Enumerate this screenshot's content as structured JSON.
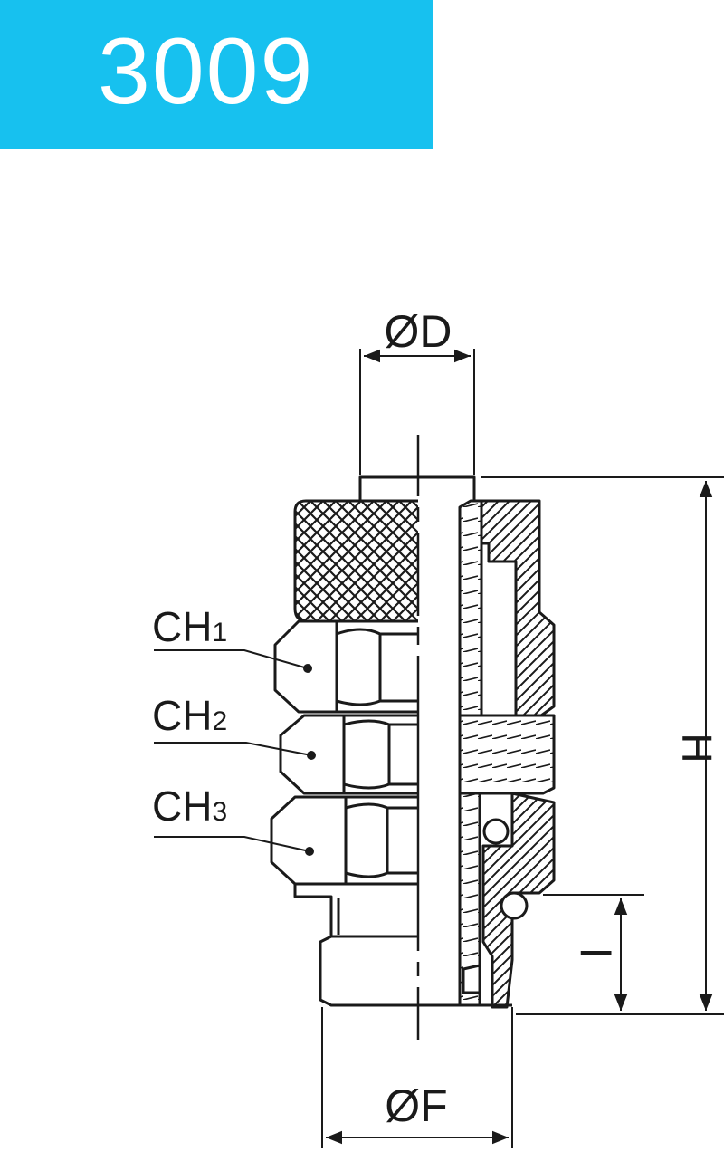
{
  "header": {
    "code": "3009",
    "banner_color": "#17c1ef"
  },
  "labels": {
    "dia_d": "ØD",
    "dia_f": "ØF",
    "height": "H",
    "length": "l",
    "ch1": {
      "base": "CH",
      "sub": "1"
    },
    "ch2": {
      "base": "CH",
      "sub": "2"
    },
    "ch3": {
      "base": "CH",
      "sub": "3"
    }
  },
  "colors": {
    "line": "#1a1a1a",
    "background": "#ffffff"
  }
}
